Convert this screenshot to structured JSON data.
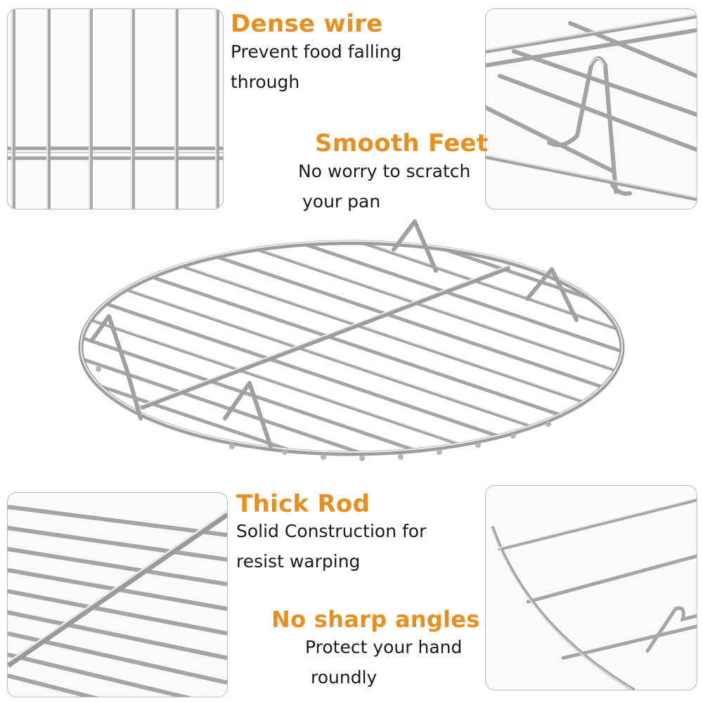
{
  "colors": {
    "heading": "#e8901f",
    "text": "#1a1a1a",
    "panel_border": "#b9b9b9",
    "wire": "#9a9a9a"
  },
  "features": {
    "dense_wire": {
      "title": "Dense wire",
      "lines": [
        "Prevent food falling",
        "through"
      ]
    },
    "smooth_feet": {
      "title": "Smooth Feet",
      "lines": [
        "No worry to scratch",
        "your pan"
      ]
    },
    "thick_rod": {
      "title": "Thick Rod",
      "lines": [
        "Solid Construction for",
        "resist warping"
      ]
    },
    "no_sharp_angles": {
      "title": "No sharp angles",
      "lines": [
        "Protect your hand",
        "roundly"
      ]
    }
  }
}
